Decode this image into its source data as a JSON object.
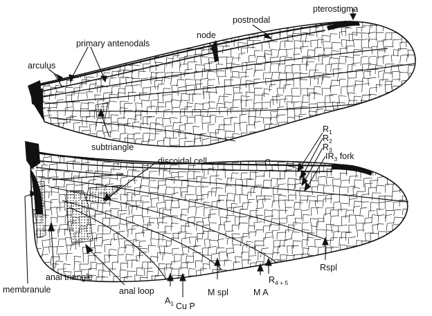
{
  "labels": {
    "pterostigma": "pterostigma",
    "postnodal": "postnodal",
    "node": "node",
    "primary_antenodals": "primary antenodals",
    "arculus": "arculus",
    "subtriangle": "subtriangle",
    "discoidal_cell": "discoidal cell",
    "c": "C",
    "r1_main": "R",
    "r1_sub": "1",
    "r2_main": "R",
    "r2_sub": "2",
    "r3_main": "R",
    "r3_sub": "3",
    "ir3_main": "IR",
    "ir3_sub": "3",
    "ir3_suffix": " fork",
    "rspl": "Rspl",
    "r45_main": "R",
    "r45_sub": "4 + 5",
    "ma": "M A",
    "mspl": "M spl",
    "cup": "Cu P",
    "a1_main": "A",
    "a1_sub": "1",
    "anal_loop": "anal loop",
    "anal_triangle": "anal triangle",
    "membranule": "membranule"
  }
}
